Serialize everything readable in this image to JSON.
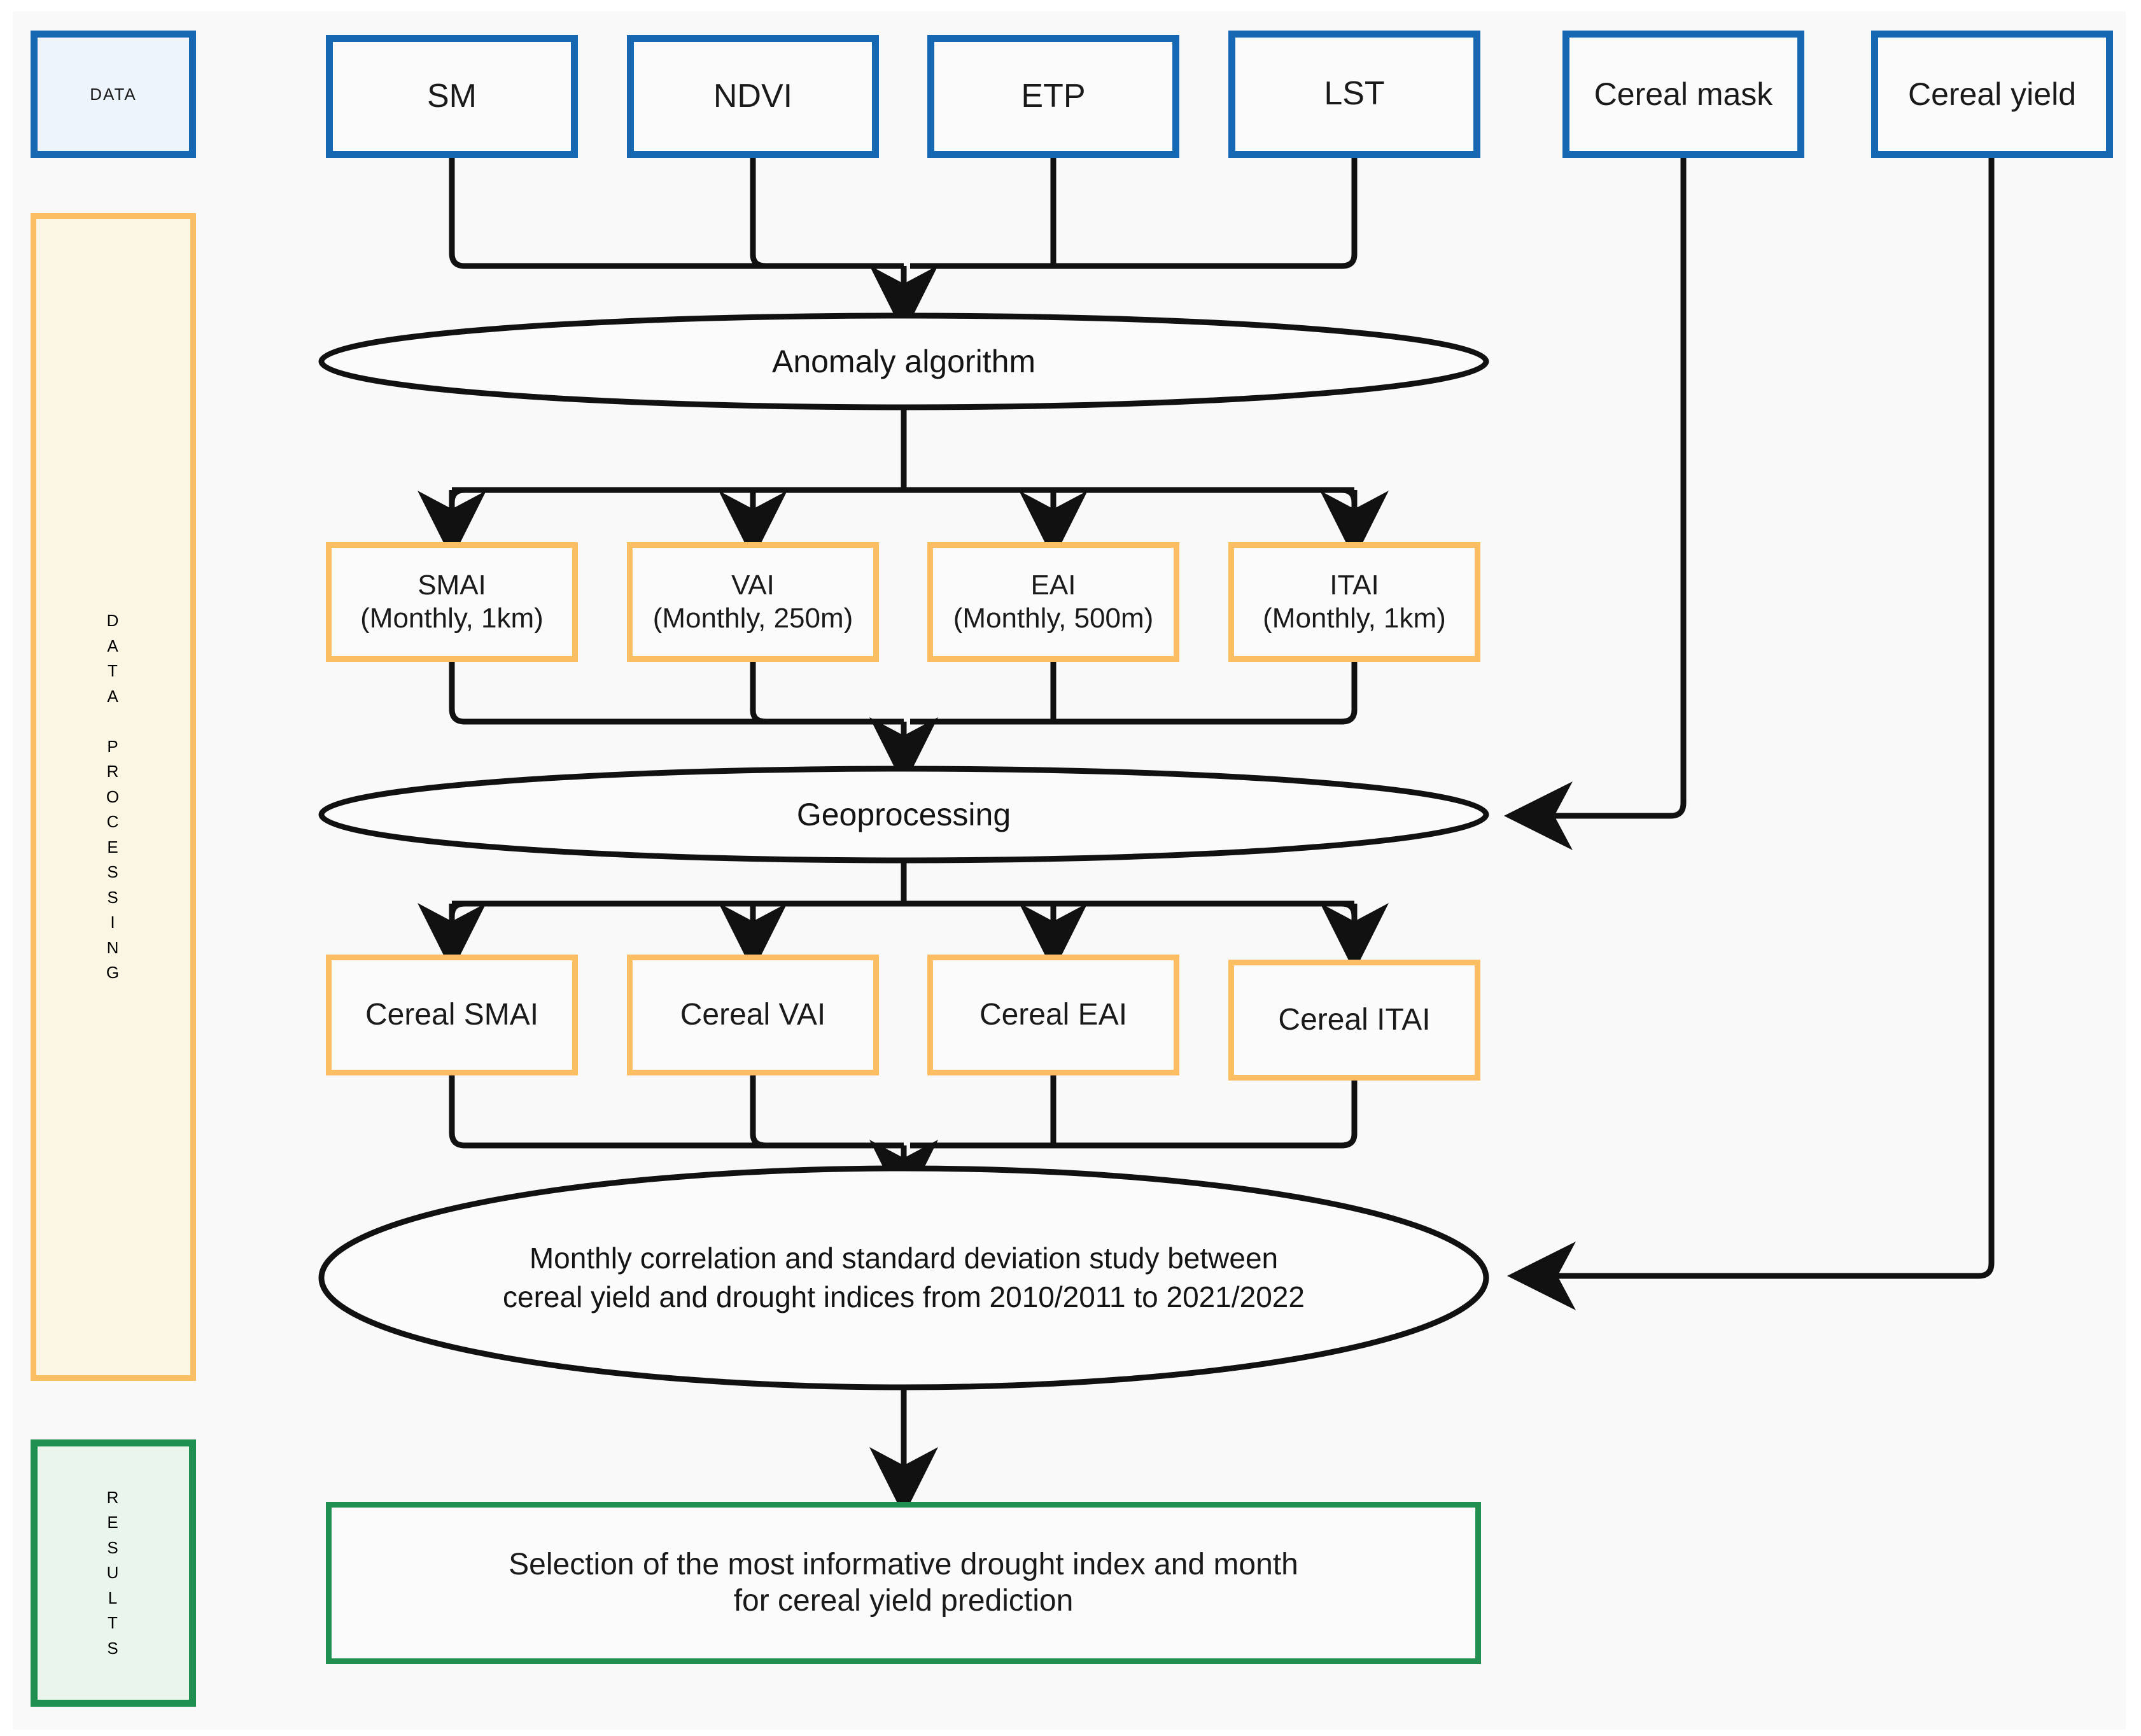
{
  "diagram": {
    "title": "Cereal yield drought index methodology flowchart",
    "colors": {
      "data_border": "#1668b3",
      "data_fill": "#eef4fc",
      "processing_border": "#fcbe62",
      "processing_fill": "#fbf6e4",
      "results_border": "#1f9050",
      "results_fill": "#eaf5ec",
      "connector": "#111111",
      "background": "#f9f9f9"
    },
    "stage_labels": {
      "data": "DATA",
      "data_processing": "DATA PROCESSING",
      "results": "RESULTS"
    },
    "data_inputs": [
      {
        "id": "sm",
        "label": "SM"
      },
      {
        "id": "ndvi",
        "label": "NDVI"
      },
      {
        "id": "etp",
        "label": "ETP"
      },
      {
        "id": "lst",
        "label": "LST"
      }
    ],
    "side_inputs": [
      {
        "id": "cereal-mask",
        "label": "Cereal mask"
      },
      {
        "id": "cereal-yield",
        "label": "Cereal yield"
      }
    ],
    "processes": [
      {
        "id": "anomaly-algorithm",
        "label": "Anomaly algorithm"
      },
      {
        "id": "geoprocessing",
        "label": "Geoprocessing"
      },
      {
        "id": "correlation-study",
        "line1": "Monthly correlation and standard deviation study between",
        "line2": "cereal yield and drought indices from 2010/2011 to 2021/2022"
      }
    ],
    "indices": [
      {
        "id": "smai",
        "name": "SMAI",
        "detail": "(Monthly, 1km)"
      },
      {
        "id": "vai",
        "name": "VAI",
        "detail": "(Monthly, 250m)"
      },
      {
        "id": "eai",
        "name": "EAI",
        "detail": "(Monthly, 500m)"
      },
      {
        "id": "itai",
        "name": "ITAI",
        "detail": "(Monthly, 1km)"
      }
    ],
    "cereal_indices": [
      {
        "id": "cereal-smai",
        "label": "Cereal SMAI"
      },
      {
        "id": "cereal-vai",
        "label": "Cereal VAI"
      },
      {
        "id": "cereal-eai",
        "label": "Cereal EAI"
      },
      {
        "id": "cereal-itai",
        "label": "Cereal ITAI"
      }
    ],
    "result": {
      "id": "result-selection",
      "line1": "Selection of the most informative drought index and month",
      "line2": "for cereal yield prediction"
    }
  }
}
